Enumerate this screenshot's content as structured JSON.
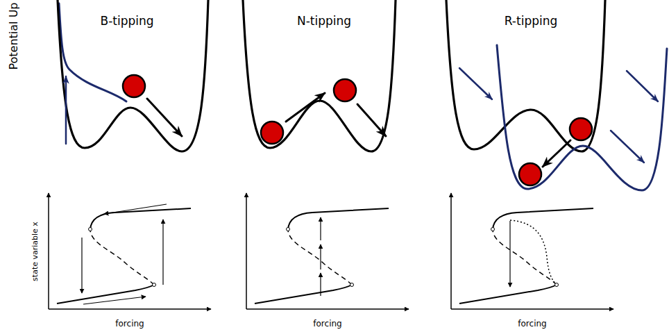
{
  "diagram": {
    "labels": [
      "Potential Up",
      "B-tipping",
      "N-tipping",
      "R-tipping",
      "state variable x",
      "forcing",
      "forcing",
      "forcing"
    ]
  }
}
